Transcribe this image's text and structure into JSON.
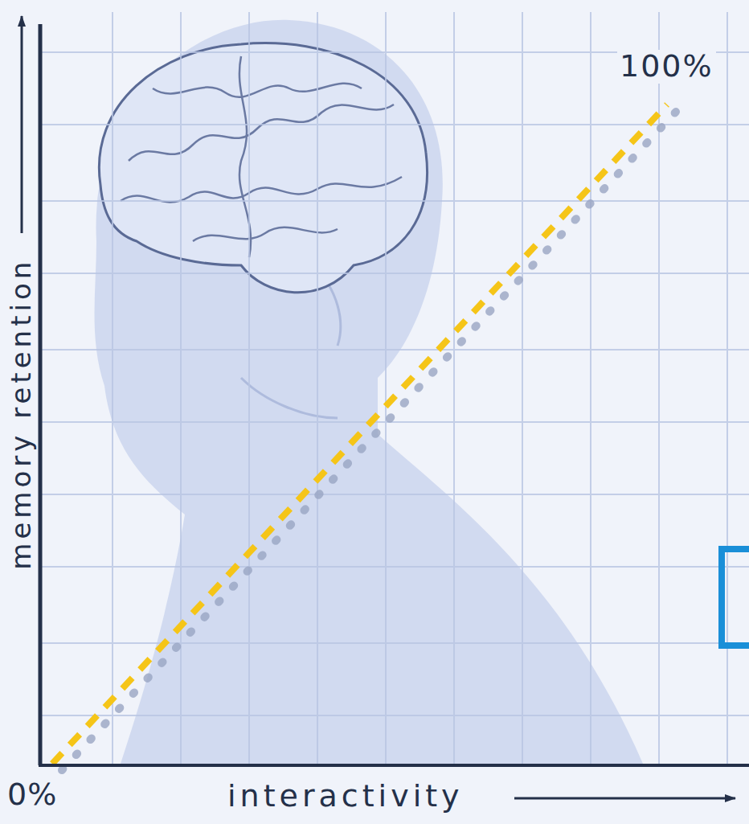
{
  "diagram": {
    "labels": [
      "100%",
      "memory retention",
      "0%",
      "interactivity"
    ]
  }
}
